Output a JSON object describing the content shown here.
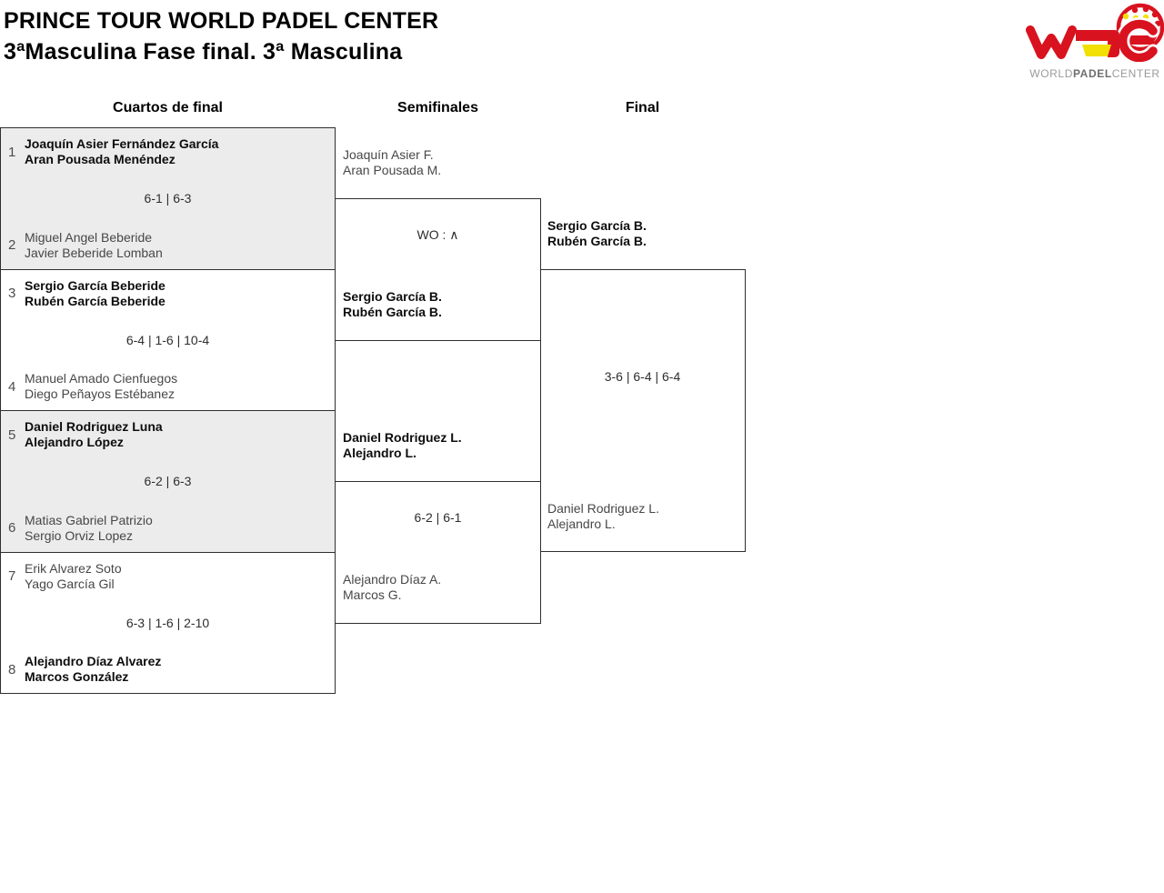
{
  "page": {
    "title_line1": "PRINCE TOUR WORLD PADEL CENTER",
    "title_line2": "3ªMasculina Fase final. 3ª Masculina"
  },
  "logo": {
    "caption": {
      "world": "WORLD",
      "padel": "PADEL",
      "center": "CENTER"
    },
    "colors": {
      "red": "#d9121f",
      "yellow": "#f2e004",
      "caption_gray": "#9b9b9b"
    }
  },
  "bracket": {
    "round_headers": {
      "quarterfinals": "Cuartos de final",
      "semifinals": "Semifinales",
      "final": "Final"
    },
    "quarterfinals": [
      {
        "seed_top": "1",
        "team_top_line1": "Joaquín Asier Fernández García",
        "team_top_line2": "Aran Pousada Menéndez",
        "score": "6-1 | 6-3",
        "seed_bottom": "2",
        "team_bottom_line1": "Miguel Angel Beberide",
        "team_bottom_line2": "Javier Beberide Lomban"
      },
      {
        "seed_top": "3",
        "team_top_line1": "Sergio García Beberide",
        "team_top_line2": "Rubén García Beberide",
        "score": "6-4 | 1-6 | 10-4",
        "seed_bottom": "4",
        "team_bottom_line1": "Manuel Amado Cienfuegos",
        "team_bottom_line2": "Diego Peñayos Estébanez"
      },
      {
        "seed_top": "5",
        "team_top_line1": "Daniel Rodriguez Luna",
        "team_top_line2": "Alejandro López",
        "score": "6-2 | 6-3",
        "seed_bottom": "6",
        "team_bottom_line1": "Matias Gabriel Patrizio",
        "team_bottom_line2": "Sergio Orviz Lopez"
      },
      {
        "seed_top": "7",
        "team_top_line1": "Erik Alvarez Soto",
        "team_top_line2": "Yago García Gil",
        "score": "6-3 | 1-6 | 2-10",
        "seed_bottom": "8",
        "team_bottom_line1": "Alejandro Díaz Alvarez",
        "team_bottom_line2": "Marcos González"
      }
    ],
    "semifinals": [
      {
        "team_top_line1": "Joaquín Asier F.",
        "team_top_line2": "Aran Pousada M.",
        "score": "WO : ∧",
        "team_bottom_line1": "Sergio García B.",
        "team_bottom_line2": "Rubén García B."
      },
      {
        "team_top_line1": "Daniel Rodriguez L.",
        "team_top_line2": "Alejandro L.",
        "score": "6-2 | 6-1",
        "team_bottom_line1": "Alejandro Díaz A.",
        "team_bottom_line2": "Marcos G."
      }
    ],
    "final": {
      "team_top_line1": "Sergio García B.",
      "team_top_line2": "Rubén García B.",
      "score": "3-6 | 6-4 | 6-4",
      "team_bottom_line1": "Daniel Rodriguez L.",
      "team_bottom_line2": "Alejandro L."
    }
  }
}
